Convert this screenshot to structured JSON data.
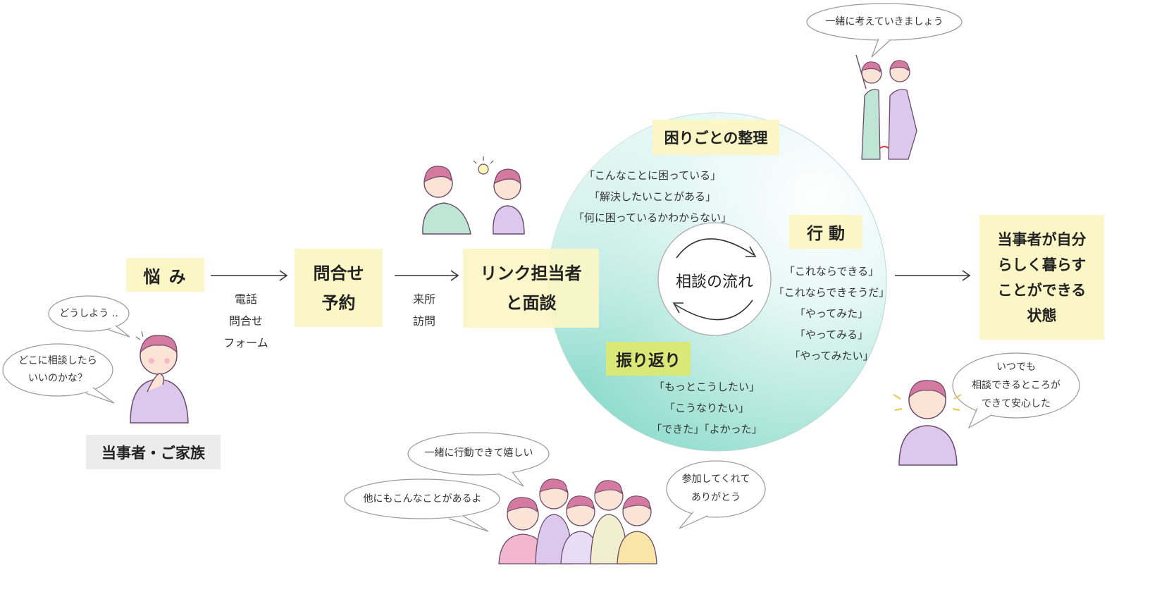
{
  "left": {
    "worry_label": "悩 み",
    "speech_1": "どうしよう ..",
    "speech_2_line1": "どこに相談したら",
    "speech_2_line2": "いいのかな？",
    "person_label": "当事者・ご家族"
  },
  "contact": {
    "title_line1": "問合せ",
    "title_line2": "予約",
    "methods": [
      "電話",
      "問合せ",
      "フォーム"
    ]
  },
  "interview": {
    "title_line1": "リンク担当者",
    "title_line2": "と面談",
    "methods": [
      "来所",
      "訪問"
    ]
  },
  "cycle": {
    "center": "相談の流れ",
    "sorting": {
      "label": "困りごとの整理",
      "quotes": [
        "「こんなことに困っている」",
        "「解決したいことがある」",
        "「何に困っているかわからない」"
      ]
    },
    "action": {
      "label": "行 動",
      "quotes": [
        "「これならできる」",
        "「これならできそうだ」",
        "「やってみた」",
        "「やってみる」",
        "「やってみたい」"
      ]
    },
    "review": {
      "label": "振り返り",
      "quotes": [
        "「もっとこうしたい」",
        "「こうなりたい」",
        "「できた」「よかった」"
      ]
    }
  },
  "goal": {
    "lines": [
      "当事者が自分",
      "らしく暮らす",
      "ことができる",
      "状態"
    ],
    "speech_lines": [
      "いつでも",
      "相談できるところが",
      "できて安心した"
    ]
  },
  "top_bubble": "一緒に考えていきましょう",
  "bottom_bubbles": {
    "b1": "一緒に行動できて嬉しい",
    "b2": "他にもこんなことがあるよ",
    "b3_line1": "参加してくれて",
    "b3_line2": "ありがとう"
  },
  "colors": {
    "label_yellow": "#fbf6c6",
    "label_green": "#d8e978",
    "label_gray": "#ececec",
    "circle_teal": "#9fe3d6"
  }
}
